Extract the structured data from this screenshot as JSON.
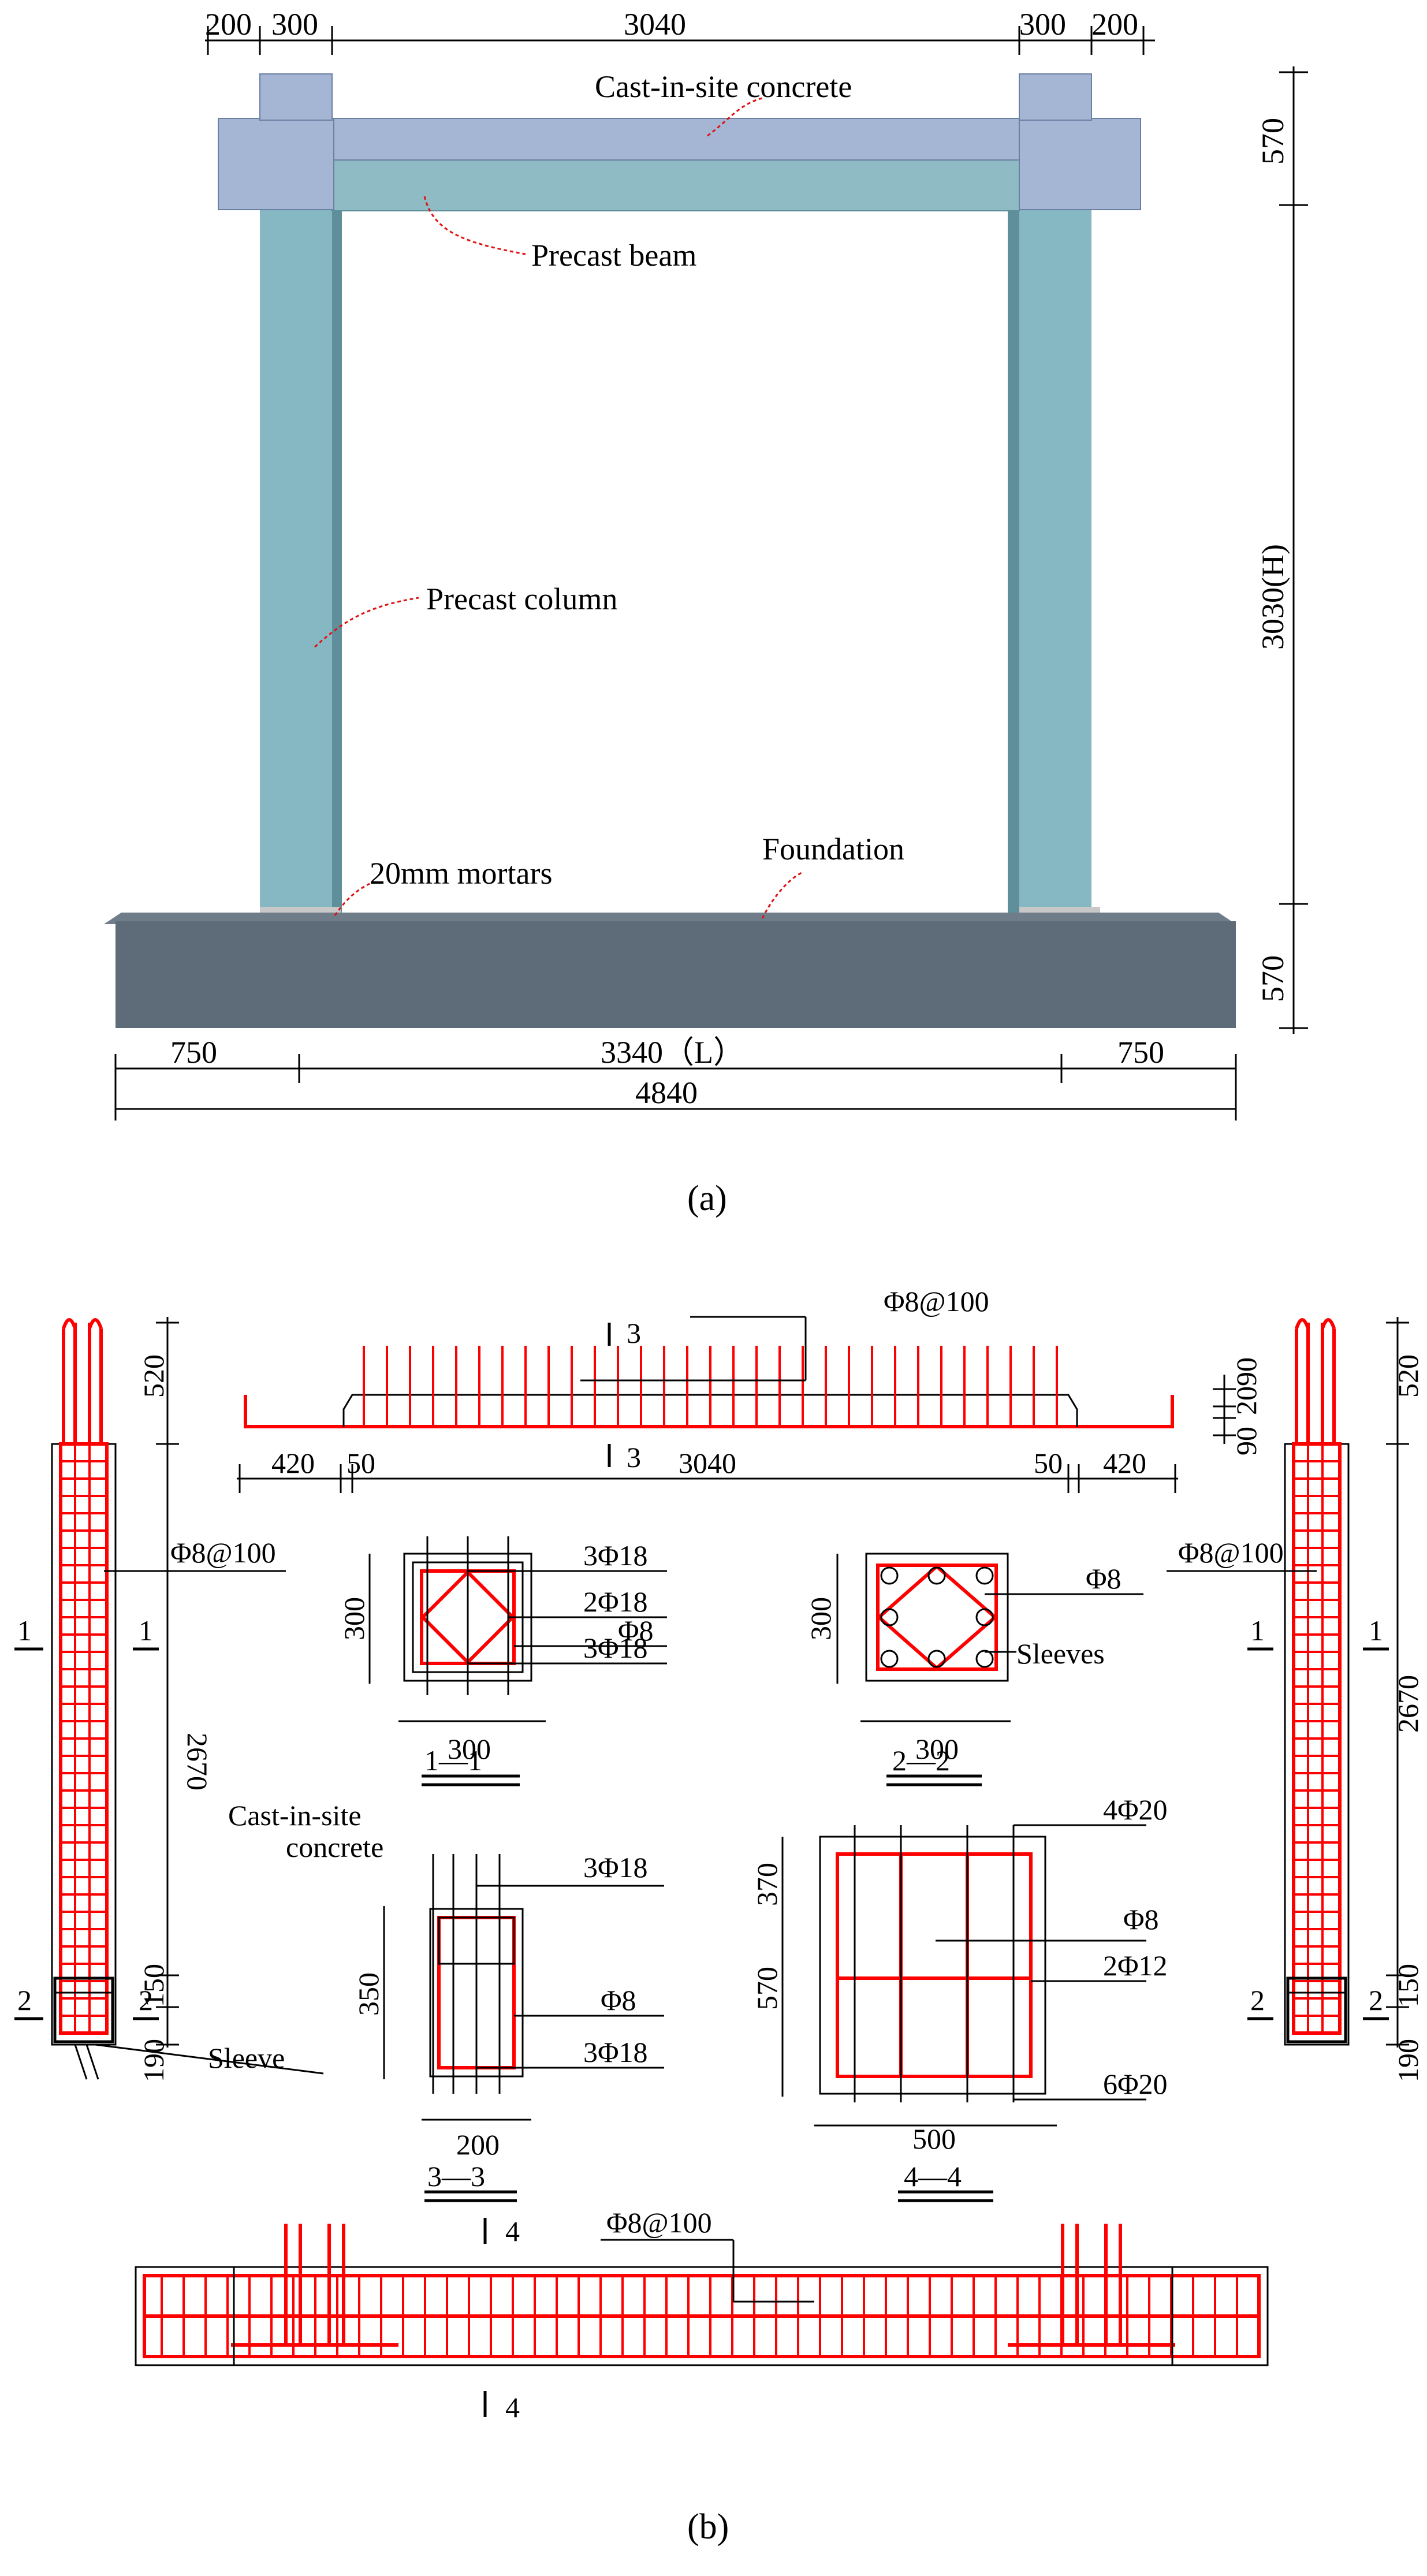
{
  "panel_a": {
    "caption": "(a)",
    "top_dims": [
      "200",
      "300",
      "3040",
      "300",
      "200"
    ],
    "right_dims": [
      "570",
      "3030(H)",
      "570"
    ],
    "bottom_dims": [
      "750",
      "3340（L）",
      "750"
    ],
    "total_width": "4840",
    "labels": {
      "cast_in_site": "Cast-in-site concrete",
      "precast_beam": "Precast beam",
      "precast_column": "Precast column",
      "mortars": "20mm mortars",
      "foundation": "Foundation"
    },
    "colors": {
      "beam_top": "#a4b6d4",
      "beam_precast": "#8fbcc4",
      "column": "#86b8c4",
      "foundation": "#5e6b78",
      "leader": "#e01010"
    }
  },
  "panel_b": {
    "caption": "(b)",
    "beam_top": {
      "stirrup_note": "Φ8@100",
      "cut_mark": "3",
      "dims": [
        "420",
        "50",
        "3040",
        "50",
        "420"
      ],
      "right_dims": [
        "90",
        "20",
        "90"
      ]
    },
    "column_left": {
      "dims": [
        "520",
        "2670",
        "150",
        "190"
      ],
      "cuts": [
        "1",
        "2"
      ],
      "stirrup_note": "Φ8@100",
      "sleeve_label": "Sleeve"
    },
    "column_right": {
      "dims": [
        "520",
        "2670",
        "150",
        "190"
      ],
      "cuts": [
        "1",
        "2"
      ],
      "stirrup_note": "Φ8@100"
    },
    "section_1_1": {
      "title": "1—1",
      "height": "300",
      "width": "300",
      "bars": [
        "3Φ18",
        "2Φ18",
        "Φ8",
        "3Φ18"
      ]
    },
    "section_2_2": {
      "title": "2—2",
      "height": "300",
      "width": "300",
      "bars": [
        "Φ8"
      ],
      "sleeves_label": "Sleeves"
    },
    "section_3_3": {
      "title": "3—3",
      "height": "350",
      "width": "200",
      "cast_label_1": "Cast-in-site",
      "cast_label_2": "concrete",
      "bars": [
        "3Φ18",
        "Φ8",
        "3Φ18"
      ]
    },
    "section_4_4": {
      "title": "4—4",
      "height_total": "570",
      "height_upper": "370",
      "width": "500",
      "bars": [
        "4Φ20",
        "Φ8",
        "2Φ12",
        "6Φ20"
      ]
    },
    "foundation_beam": {
      "stirrup_note": "Φ8@100",
      "cut_mark": "4"
    },
    "colors": {
      "rebar": "#ff0000",
      "outline": "#000000"
    }
  }
}
